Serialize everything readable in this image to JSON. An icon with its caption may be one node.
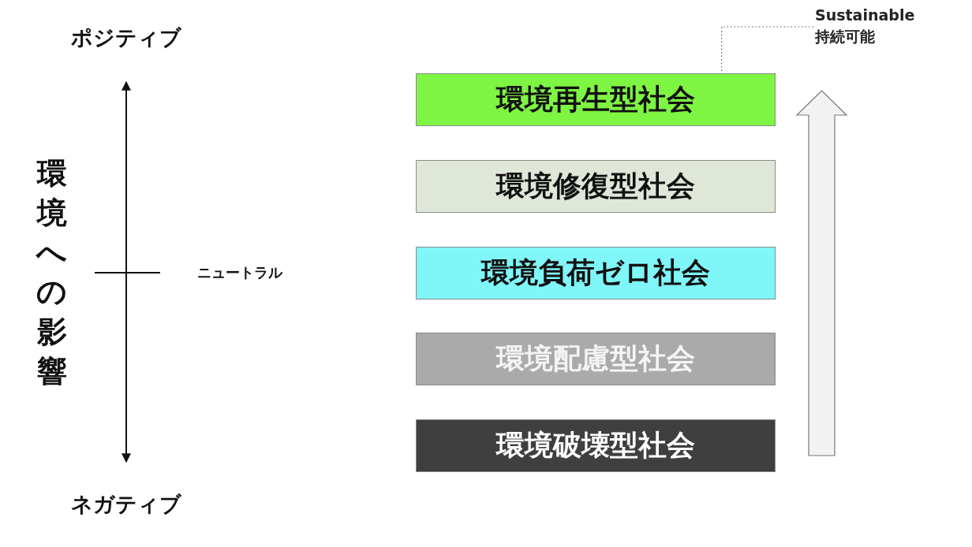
{
  "diagram": {
    "nodes": [
      {
        "text": [
          "環境再生型社会"
        ]
      },
      {
        "text": [
          "環境修復型社会"
        ]
      },
      {
        "text": [
          "環境負荷ゼロ社会"
        ]
      },
      {
        "text": [
          "環境配慮型社会"
        ]
      },
      {
        "text": [
          "環境破壊型社会"
        ]
      },
      {
        "text": [
          "Sustainable",
          "持続可能"
        ]
      }
    ],
    "edges": [
      {
        "from": 5,
        "to": 0,
        "arrow": "none",
        "style": "dashed"
      }
    ],
    "labels": [
      "ポジティブ",
      "環境への影響",
      "ニュートラル",
      "ネガティブ"
    ]
  }
}
